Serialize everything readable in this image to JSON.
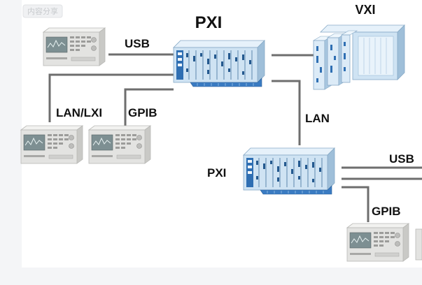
{
  "watermark": "内容分享",
  "labels": {
    "pxi_main": "PXI",
    "vxi": "VXI",
    "usb_top": "USB",
    "lan_lxi": "LAN/LXI",
    "gpib_left": "GPIB",
    "lan": "LAN",
    "pxi_secondary": "PXI",
    "usb_right": "USB",
    "gpib_right": "GPIB"
  },
  "colors": {
    "canvas": "#ffffff",
    "frame": "#f4f5f7",
    "line": "#6e6e6e",
    "chassis_face": "#cfe3f3",
    "chassis_top": "#e6f1fa",
    "chassis_side": "#9fbfd9",
    "accent_blue": "#2f6fb3",
    "instrument_body": "#e3e3e1",
    "instrument_screen": "#7d8f92"
  }
}
